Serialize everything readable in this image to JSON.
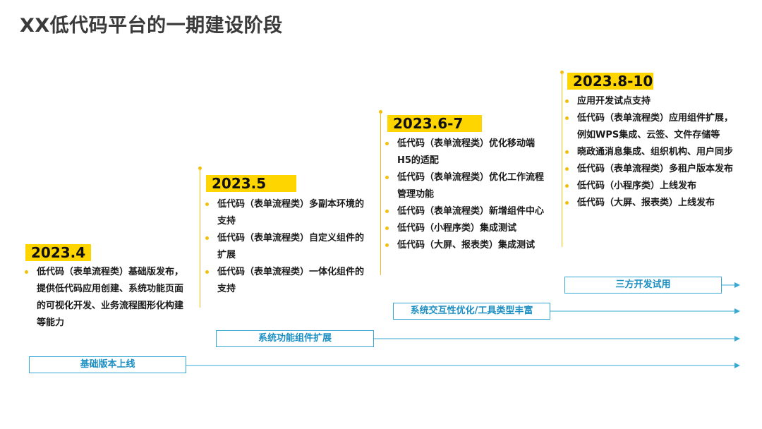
{
  "title": "XX低代码平台的一期建设阶段",
  "stages": [
    {
      "date": "2023.4",
      "items": [
        "低代码（表单流程类）基础版发布，提供低代码应用创建、系统功能页面的可视化开发、业务流程图形化构建等能力"
      ]
    },
    {
      "date": "2023.5",
      "items": [
        "低代码（表单流程类）多副本环境的支持",
        "低代码（表单流程类）自定义组件的扩展",
        "低代码（表单流程类）一体化组件的支持"
      ]
    },
    {
      "date": "2023.6-7",
      "items": [
        "低代码（表单流程类）优化移动端H5的适配",
        "低代码（表单流程类）优化工作流程管理功能",
        "低代码（表单流程类）新增组件中心",
        "低代码（小程序类）集成测试",
        "低代码（大屏、报表类）集成测试"
      ]
    },
    {
      "date": "2023.8-10",
      "items": [
        "应用开发试点支持",
        "低代码（表单流程类）应用组件扩展，例如WPS集成、云签、文件存储等",
        "晓政通消息集成、组织机构、用户同步",
        "低代码（表单流程类）多租户版本发布",
        "低代码（小程序类）上线发布",
        "低代码（大屏、报表类）上线发布"
      ]
    }
  ],
  "tracks": [
    {
      "label": "三方开发试用"
    },
    {
      "label": "系统交互性优化/工具类型丰富"
    },
    {
      "label": "系统功能组件扩展"
    },
    {
      "label": "基础版本上线"
    }
  ],
  "colors": {
    "accent_yellow": "#ffd500",
    "track_blue": "#35a8d4",
    "title_gray": "#3a3a3a"
  }
}
